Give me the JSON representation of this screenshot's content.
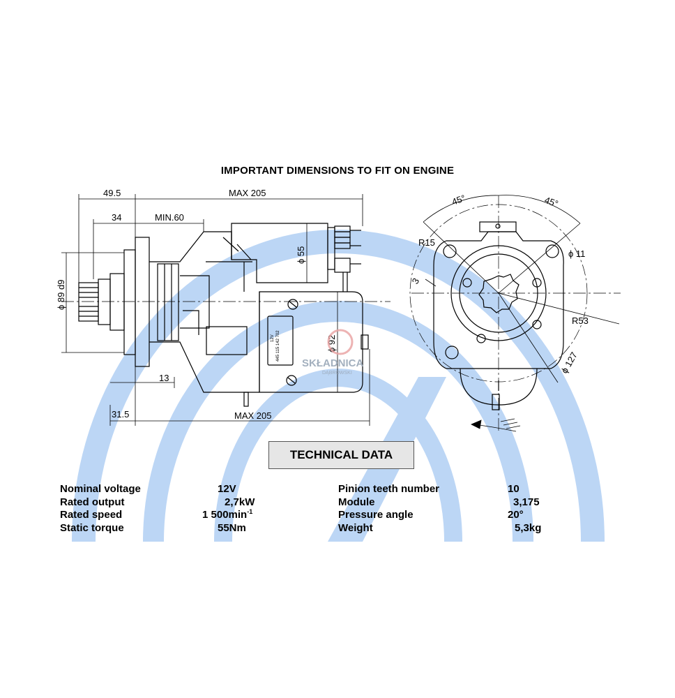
{
  "header": {
    "title": "IMPORTANT DIMENSIONS TO FIT ON ENGINE"
  },
  "dimensions": {
    "side_top_left": "49.5",
    "side_top_max": "MAX 205",
    "side_34": "34",
    "side_min60": "MIN.60",
    "side_dia89": "ϕ 89 d9",
    "side_dia55": "ϕ 55",
    "side_dia92": "ϕ 92",
    "side_13": "13",
    "side_31_5": "31.5",
    "side_bottom_max": "MAX 205",
    "front_45_left": "45°",
    "front_45_right": "45°",
    "front_r15": "R15",
    "front_dia11": "ϕ 11",
    "front_3": "3",
    "front_r53": "R53",
    "front_dia127": "ϕ 127"
  },
  "part_label": {
    "line1": "445 115 142 702",
    "line2": "12V"
  },
  "watermark": {
    "name": "SKŁADNICA",
    "sub": "DĄBROWSKI"
  },
  "technical_data": {
    "heading": "TECHNICAL DATA",
    "left": [
      {
        "label": "Nominal voltage",
        "value": "12V"
      },
      {
        "label": "Rated output",
        "value": "2,7kW"
      },
      {
        "label": "Rated speed",
        "value": "1 500min",
        "sup": "-1"
      },
      {
        "label": "Static torque",
        "value": "55Nm"
      }
    ],
    "right": [
      {
        "label": "Pinion teeth number",
        "value": "10"
      },
      {
        "label": "Module",
        "value": "3,175"
      },
      {
        "label": "Pressure angle",
        "value": "20°"
      },
      {
        "label": "Weight",
        "value": "5,3kg"
      }
    ]
  },
  "colors": {
    "watermark_blue": "#bcd6f5",
    "line": "#000000",
    "box_fill": "#e6e6e6"
  }
}
